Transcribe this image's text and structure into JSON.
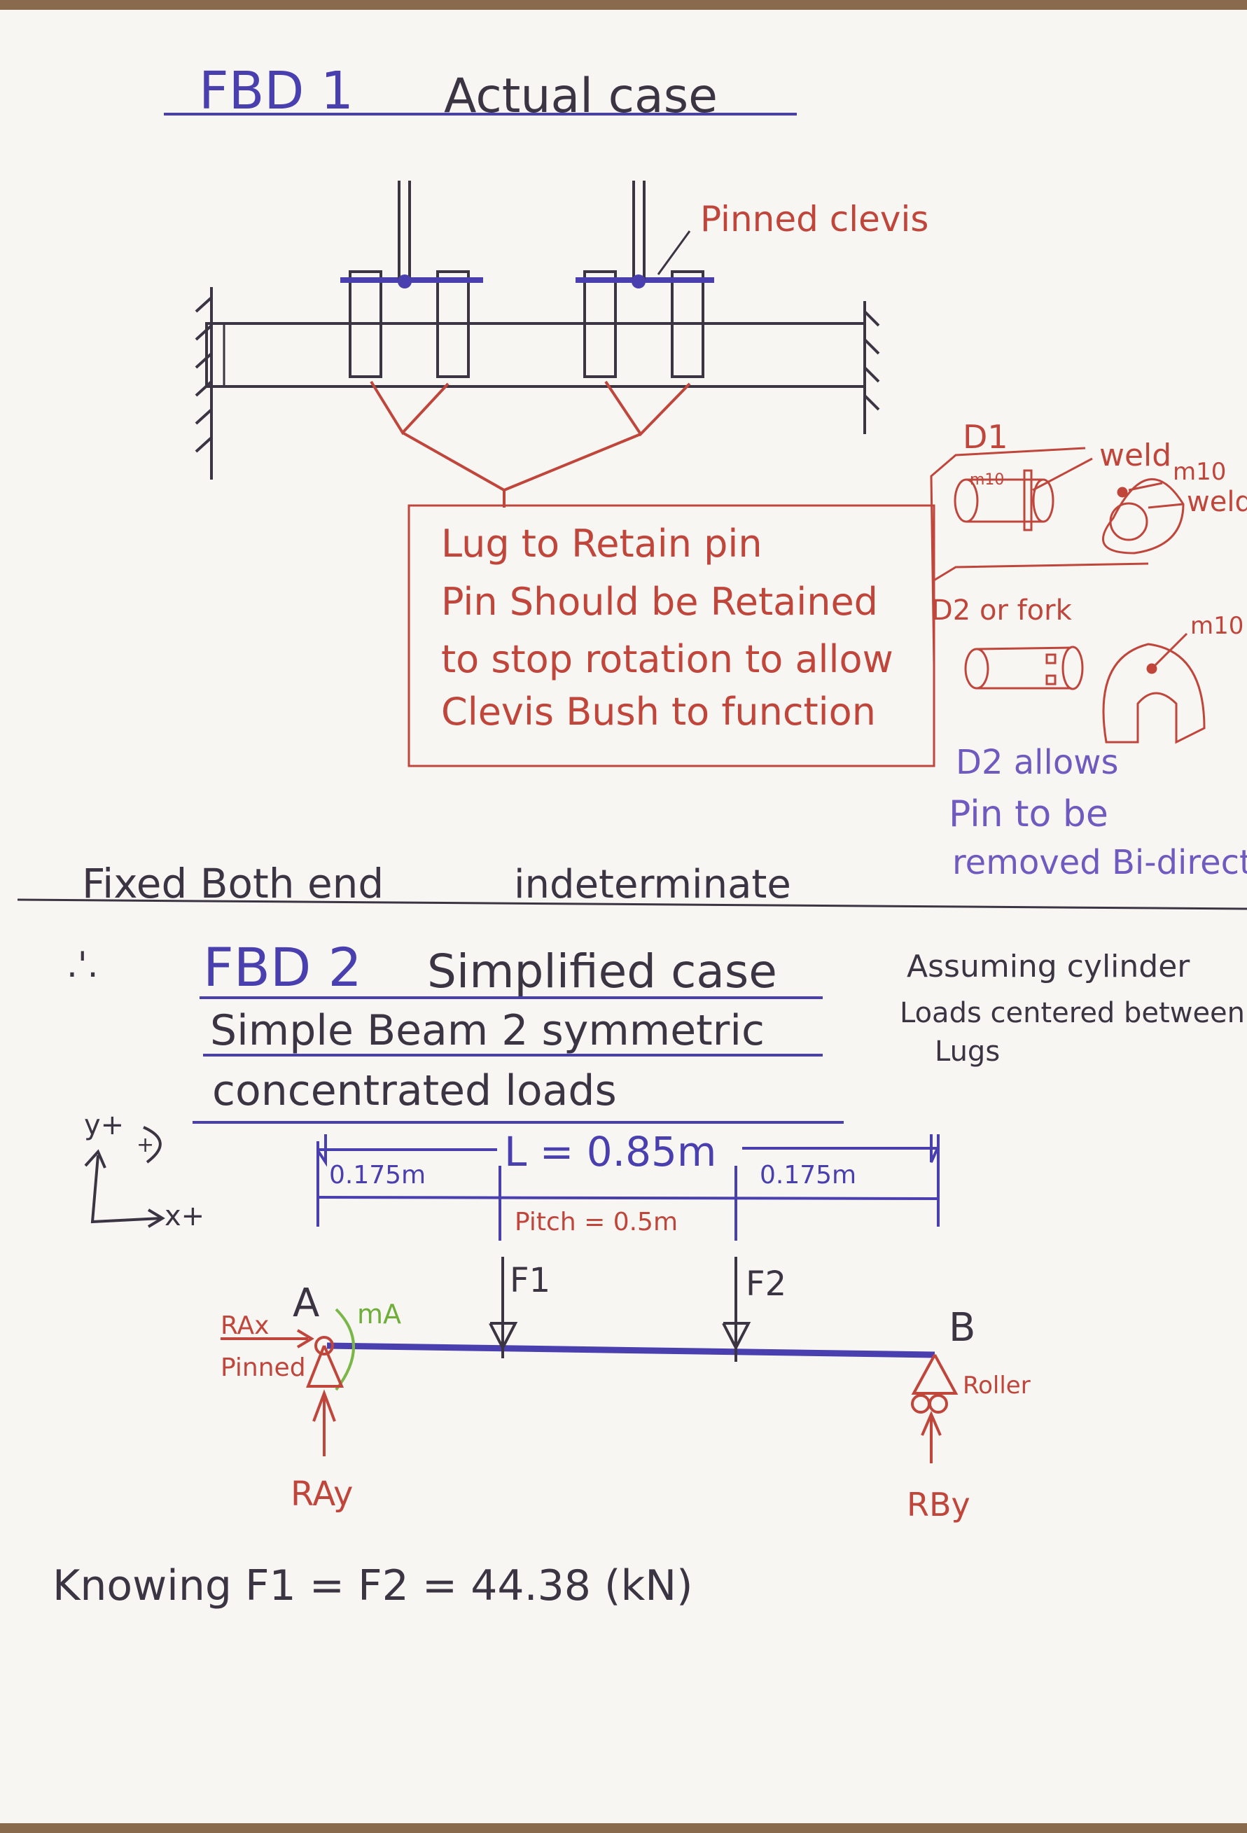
{
  "fbd1": {
    "title": "FBD 1",
    "subtitle": "Actual case",
    "pinned_clevis_label": "Pinned clevis",
    "note_lines": [
      "Lug to Retain pin",
      "Pin Should be Retained",
      "to stop rotation to allow",
      "Clevis Bush to function"
    ],
    "detail": {
      "d1_label": "D1",
      "m10_small": "m10",
      "weld_1": "weld",
      "m10_1": "m10",
      "weld_2": "weld",
      "d2_label": "D2 or fork",
      "m10_2": "m10",
      "d2_note": [
        "D2 allows",
        "Pin to be",
        "removed Bi-direct"
      ]
    },
    "fixed_label": "Fixed Both end",
    "indeterminate_label": "indeterminate"
  },
  "fbd2": {
    "therefore": ".'.",
    "title": "FBD 2",
    "subtitle": "Simplified case",
    "line2": "Simple Beam 2 symmetric",
    "line3": "concentrated loads",
    "assumption": [
      "Assuming cylinder",
      "Loads centered between",
      "Lugs"
    ],
    "axes": {
      "y": "y+",
      "x": "x+",
      "moment": "+"
    },
    "length_label": "L = 0.85m",
    "left_offset": "0.175m",
    "right_offset": "0.175m",
    "pitch": "Pitch = 0.5m",
    "f1": "F1",
    "f2": "F2",
    "point_a": "A",
    "point_b": "B",
    "ma": "mA",
    "rax": "RAx",
    "pinned": "Pinned",
    "roller": "Roller",
    "ray": "RAy",
    "rby": "RBy",
    "knowing": "Knowing  F1 = F2 = 44.38 (kN)"
  },
  "colors": {
    "blue_ink": "#4a3fae",
    "red_ink": "#c0463c",
    "black_ink": "#3b3442",
    "green_ink": "#7ab648"
  }
}
